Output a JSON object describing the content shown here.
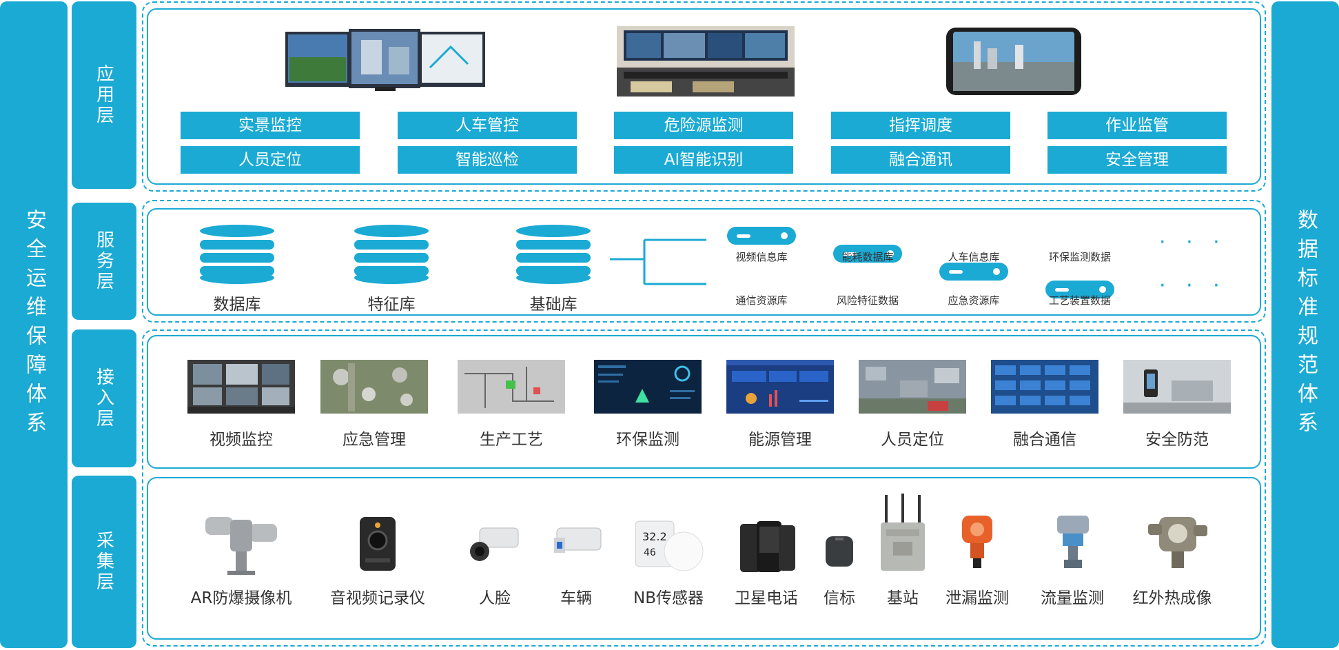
{
  "left_system": "安全运维保障体系",
  "right_system": "数据标准规范体系",
  "layers": {
    "app": "应用层",
    "service": "服务层",
    "access": "接入层",
    "collect": "采集层"
  },
  "app_layer": {
    "row1": [
      "实景监控",
      "人车管控",
      "危险源监测",
      "指挥调度",
      "作业监管"
    ],
    "row2": [
      "人员定位",
      "智能巡检",
      "AI智能识别",
      "融合通讯",
      "安全管理"
    ]
  },
  "service_layer": {
    "databases": [
      "数据库",
      "特征库",
      "基础库"
    ],
    "row1": [
      "视频信息库",
      "能耗数据库",
      "人车信息库",
      "环保监测数据"
    ],
    "row2": [
      "通信资源库",
      "风险特征数据",
      "应急资源库",
      "工艺装置数据"
    ],
    "more": "· · ·"
  },
  "access_layer": {
    "items": [
      "视频监控",
      "应急管理",
      "生产工艺",
      "环保监测",
      "能源管理",
      "人员定位",
      "融合通信",
      "安全防范"
    ]
  },
  "collect_layer": {
    "items": [
      "AR防爆摄像机",
      "音视频记录仪",
      "人脸",
      "车辆",
      "NB传感器",
      "卫星电话",
      "信标",
      "基站",
      "泄漏监测",
      "流量监测",
      "红外热成像"
    ],
    "sensor_reading": "32.2",
    "sensor_reading2": "46"
  },
  "colors": {
    "accent": "#1aaad4"
  }
}
